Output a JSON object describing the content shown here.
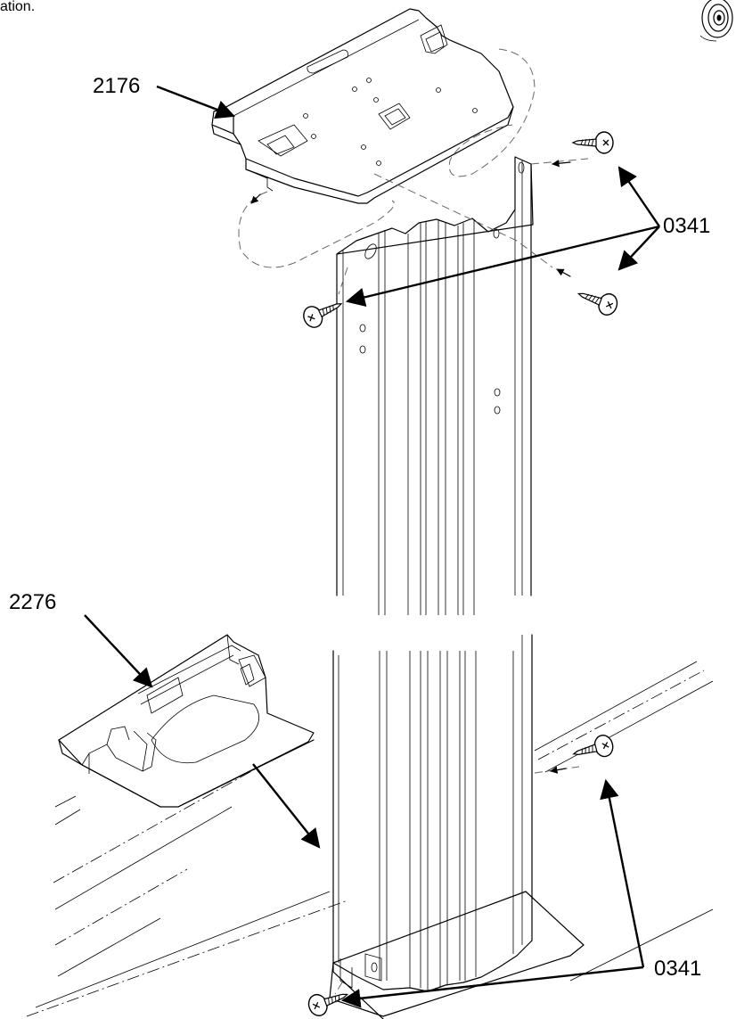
{
  "page": {
    "caption_fragment": "ation."
  },
  "callouts": {
    "top_bracket": "2176",
    "bottom_bracket": "2276",
    "screws_upper": "0341",
    "screws_lower": "0341"
  },
  "colors": {
    "line": "#000000",
    "background": "#ffffff",
    "dashed_guides": "#666666"
  },
  "icons": {
    "corner": "rotation-indicator-icon",
    "screw": "screw-icon"
  }
}
